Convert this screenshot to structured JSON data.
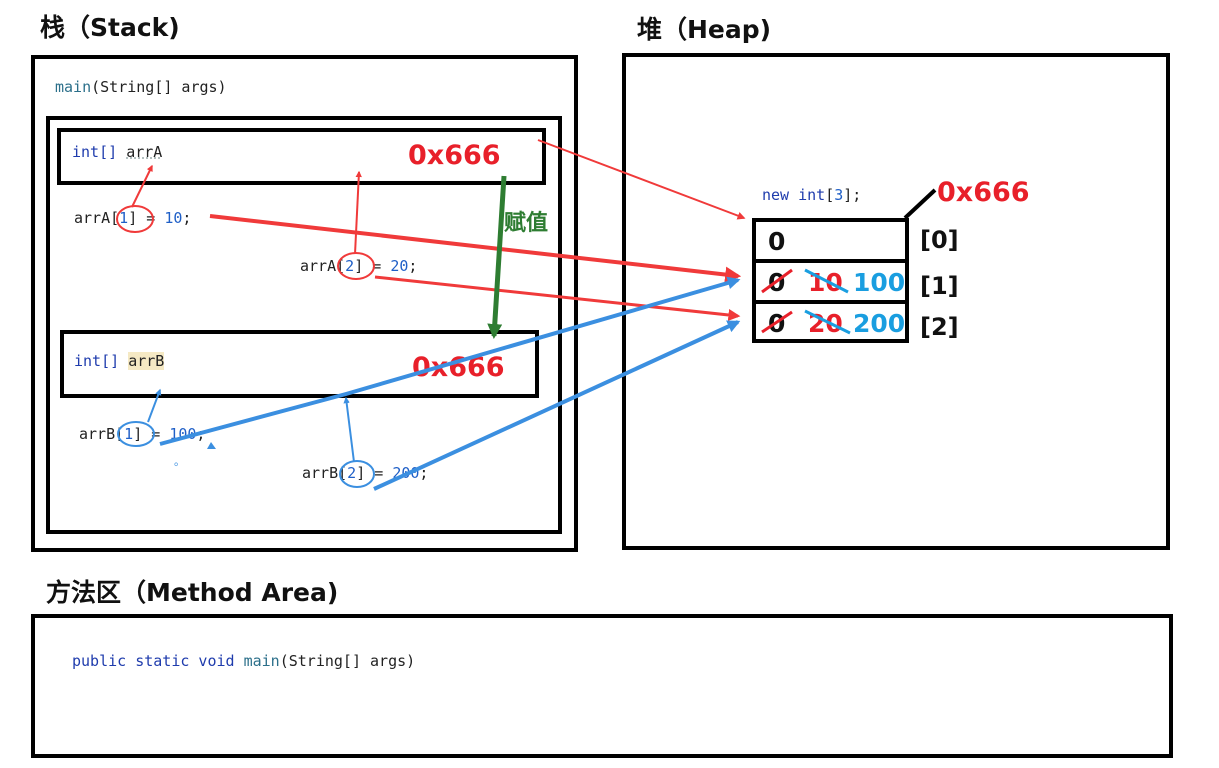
{
  "titles": {
    "stack": "栈（Stack)",
    "heap": "堆（Heap)",
    "method_area": "方法区（Method Area)"
  },
  "stack": {
    "main_sig": {
      "name": "main",
      "rest": "(String[] args)"
    },
    "arrA_decl": {
      "type": "int[]",
      "name": "arrA"
    },
    "arrA_addr": "0x666",
    "stmt_a1": {
      "prefix": "arrA[",
      "idx": "1",
      "suffix": "] = ",
      "val": "10",
      "end": ";"
    },
    "stmt_a2": {
      "prefix": "arrA[",
      "idx": "2",
      "suffix": "] = ",
      "val": "20",
      "end": ";"
    },
    "assign_label": "赋值",
    "arrB_decl": {
      "type": "int[]",
      "name": "arrB"
    },
    "arrB_addr": "0x666",
    "stmt_b1": {
      "prefix": "arrB[",
      "idx": "1",
      "suffix": "] = ",
      "val": "100",
      "end": ";"
    },
    "stmt_b2": {
      "prefix": "arrB[",
      "idx": "2",
      "suffix": "] = ",
      "val": "200",
      "end": ";"
    },
    "stray_mark": "。"
  },
  "heap": {
    "new_stmt": {
      "kw": "new",
      "type": "int",
      "open": "[",
      "size": "3",
      "close": "];"
    },
    "addr": "0x666",
    "cells": [
      {
        "index": "[0]",
        "values": [
          "0"
        ]
      },
      {
        "index": "[1]",
        "old_zero": "0",
        "old_value": "10",
        "current": "100"
      },
      {
        "index": "[2]",
        "old_zero": "0",
        "old_value": "20",
        "current": "200"
      }
    ]
  },
  "method_area": {
    "signature": {
      "mods": "public static void",
      "name": "main",
      "rest": "(String[] args)"
    }
  },
  "colors": {
    "red_arrow": "#f03a3a",
    "blue_arrow": "#3b8fe0",
    "green_arrow": "#2e7d32",
    "address_red": "#e8202a",
    "value_blue": "#1a9ee0"
  }
}
